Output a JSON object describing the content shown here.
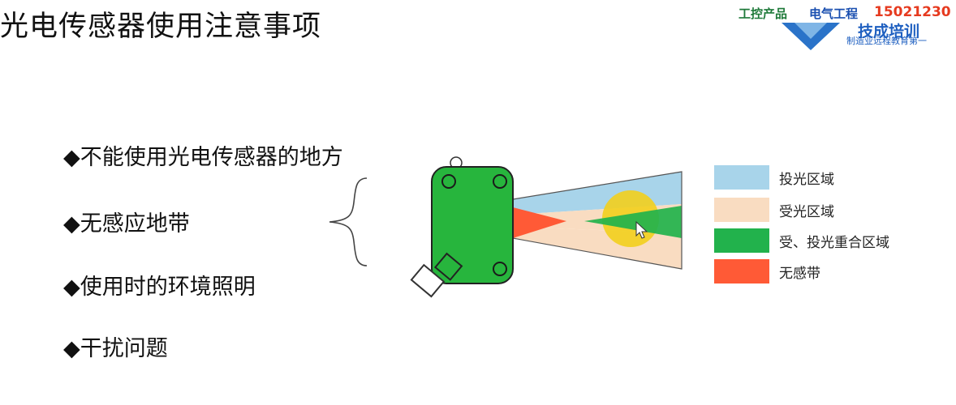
{
  "title": "光电传感器使用注意事项",
  "logo": {
    "left_text": "工控产品",
    "middle_text": "电气工程",
    "phone": "15021230",
    "brand": "技成培训",
    "tagline": "制造业远程教育第一"
  },
  "bullets": [
    {
      "symbol": "◆",
      "text": "不能使用光电传感器的地方"
    },
    {
      "symbol": "◆",
      "text": "无感应地带"
    },
    {
      "symbol": "◆",
      "text": "使用时的环境照明"
    },
    {
      "symbol": "◆",
      "text": "干扰问题"
    }
  ],
  "legend": [
    {
      "label": "投光区域",
      "color": "#a8d4ea"
    },
    {
      "label": "受光区域",
      "color": "#f9dcc1"
    },
    {
      "label": "受、投光重合区域",
      "color": "#22b24c"
    },
    {
      "label": "无感带",
      "color": "#ff5a36"
    }
  ],
  "colors": {
    "sensor_body": "#27b53d",
    "emit_zone": "#a8d4ea",
    "receive_zone": "#f9dcc1",
    "overlap_zone": "#22b24c",
    "dead_zone": "#ff5a36",
    "target_object": "#f2cf1d"
  }
}
